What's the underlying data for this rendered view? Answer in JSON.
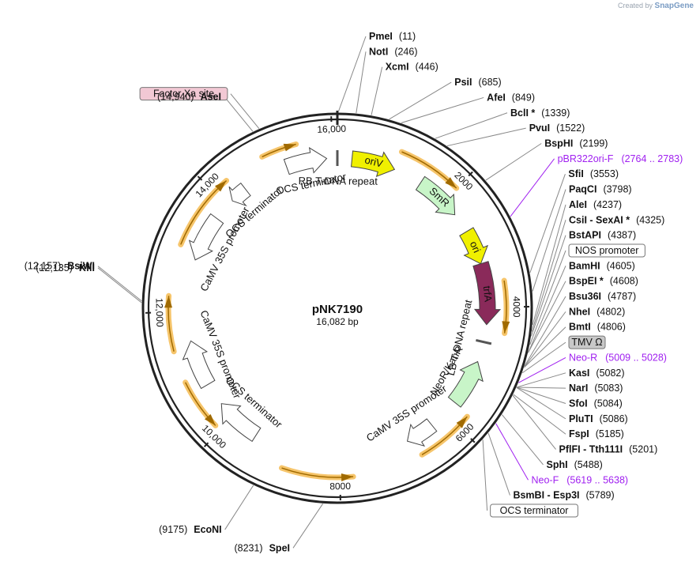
{
  "credit": {
    "prefix": "Created by",
    "brand": "SnapGene"
  },
  "plasmid": {
    "name": "pNK7190",
    "size_label": "16,082 bp",
    "length": 16082
  },
  "ticks": [
    {
      "pos": 2000,
      "label": "2000"
    },
    {
      "pos": 4000,
      "label": "4000"
    },
    {
      "pos": 6000,
      "label": "6000"
    },
    {
      "pos": 8000,
      "label": "8000"
    },
    {
      "pos": 10000,
      "label": "10,000"
    },
    {
      "pos": 12000,
      "label": "12,000"
    },
    {
      "pos": 14000,
      "label": "14,000"
    },
    {
      "pos": 16000,
      "label": "16,000"
    }
  ],
  "colors": {
    "backbone": "#222222",
    "cds_fill": "#ffffff",
    "cds_glow": "#f6c56b",
    "cds_line": "#a06a00",
    "oriV": "#f0f000",
    "SmR": "#c8f5c8",
    "ori": "#f0f000",
    "trfA": "#8a2a5a",
    "NeoR": "#c8f5c8",
    "primer": "#a020f0",
    "factorXa": "#f2c8d4",
    "tmv": "#c8c8c8"
  },
  "sites": [
    {
      "name": "PmeI",
      "pos_text": "(11)",
      "side": "R",
      "pos": 11
    },
    {
      "name": "NotI",
      "pos_text": "(246)",
      "side": "R",
      "pos": 246
    },
    {
      "name": "XcmI",
      "pos_text": "(446)",
      "side": "R",
      "pos": 446
    },
    {
      "name": "PsiI",
      "pos_text": "(685)",
      "side": "R",
      "pos": 685
    },
    {
      "name": "AfeI",
      "pos_text": "(849)",
      "side": "R",
      "pos": 849
    },
    {
      "name": "BclI *",
      "pos_text": "(1339)",
      "side": "R",
      "pos": 1339
    },
    {
      "name": "PvuI",
      "pos_text": "(1522)",
      "side": "R",
      "pos": 1522
    },
    {
      "name": "BspHI",
      "pos_text": "(2199)",
      "side": "R",
      "pos": 2199
    },
    {
      "name": "SfiI",
      "pos_text": "(3553)",
      "side": "R",
      "pos": 3553
    },
    {
      "name": "PaqCI",
      "pos_text": "(3798)",
      "side": "R",
      "pos": 3798
    },
    {
      "name": "AleI",
      "pos_text": "(4237)",
      "side": "R",
      "pos": 4237
    },
    {
      "name": "CsiI - SexAI *",
      "pos_text": "(4325)",
      "side": "R",
      "pos": 4325
    },
    {
      "name": "BstAPI",
      "pos_text": "(4387)",
      "side": "R",
      "pos": 4387
    },
    {
      "name": "BamHI",
      "pos_text": "(4605)",
      "side": "R",
      "pos": 4605
    },
    {
      "name": "BspEI *",
      "pos_text": "(4608)",
      "side": "R",
      "pos": 4608
    },
    {
      "name": "Bsu36I",
      "pos_text": "(4787)",
      "side": "R",
      "pos": 4787
    },
    {
      "name": "NheI",
      "pos_text": "(4802)",
      "side": "R",
      "pos": 4802
    },
    {
      "name": "BmtI",
      "pos_text": "(4806)",
      "side": "R",
      "pos": 4806
    },
    {
      "name": "KasI",
      "pos_text": "(5082)",
      "side": "R",
      "pos": 5082
    },
    {
      "name": "NarI",
      "pos_text": "(5083)",
      "side": "R",
      "pos": 5083
    },
    {
      "name": "SfoI",
      "pos_text": "(5084)",
      "side": "R",
      "pos": 5084
    },
    {
      "name": "PluTI",
      "pos_text": "(5086)",
      "side": "R",
      "pos": 5086
    },
    {
      "name": "FspI",
      "pos_text": "(5185)",
      "side": "R",
      "pos": 5185
    },
    {
      "name": "PflFI - Tth111I",
      "pos_text": "(5201)",
      "side": "R",
      "pos": 5201
    },
    {
      "name": "SphI",
      "pos_text": "(5488)",
      "side": "R",
      "pos": 5488
    },
    {
      "name": "BsmBI - Esp3I",
      "pos_text": "(5789)",
      "side": "R",
      "pos": 5789
    },
    {
      "name": "SpeI",
      "pos_text": "(8231)",
      "side": "L",
      "pos": 8231
    },
    {
      "name": "EcoNI",
      "pos_text": "(9175)",
      "side": "L",
      "pos": 9175
    },
    {
      "name": "KflI",
      "pos_text": "(12,135)",
      "side": "L",
      "pos": 12135
    },
    {
      "name": "BsiWI",
      "pos_text": "(12,157)",
      "side": "L",
      "pos": 12157
    },
    {
      "name": "AseI",
      "pos_text": "(14,940)",
      "side": "L",
      "pos": 14940
    }
  ],
  "primers": [
    {
      "name": "pBR322ori-F",
      "range": "(2764 .. 2783)",
      "pos": 2773
    },
    {
      "name": "Neo-R",
      "range": "(5009 .. 5028)",
      "pos": 5018
    },
    {
      "name": "Neo-F",
      "range": "(5619 .. 5638)",
      "pos": 5628
    }
  ],
  "boxed_features": [
    {
      "name": "Factor Xa site",
      "pos": 15030,
      "style": "factorXa"
    },
    {
      "name": "NOS promoter",
      "pos": 4500,
      "style": "plain"
    },
    {
      "name": "TMV Ω",
      "pos": 4880,
      "style": "tmv"
    },
    {
      "name": "OCS terminator",
      "pos": 5900,
      "style": "plain"
    }
  ],
  "features": [
    {
      "name": "oriV",
      "start": 250,
      "end": 1000,
      "dir": 1,
      "kind": "colored",
      "color": "oriV",
      "label": "inside"
    },
    {
      "name": "SmR",
      "start": 1500,
      "end": 2300,
      "dir": 1,
      "kind": "colored",
      "color": "SmR",
      "label": "inside"
    },
    {
      "name": "ori",
      "start": 2650,
      "end": 3250,
      "dir": 1,
      "kind": "colored",
      "color": "ori",
      "label": "inside"
    },
    {
      "name": "trfA",
      "start": 3250,
      "end": 4300,
      "dir": 1,
      "kind": "colored",
      "color": "trfA",
      "label": "inside"
    },
    {
      "name": "NeoR/KanR",
      "start": 4950,
      "end": 5750,
      "dir": -1,
      "kind": "colored",
      "color": "NeoR",
      "label": "text"
    },
    {
      "name": "RB T-DNA repeat",
      "start": 0,
      "end": 25,
      "dir": 1,
      "kind": "bar",
      "label": "text"
    },
    {
      "name": "OCS terminator",
      "start": 15200,
      "end": 15900,
      "dir": 1,
      "kind": "open",
      "label": "text"
    },
    {
      "name": "OCS terminator",
      "start": 14100,
      "end": 14400,
      "dir": -1,
      "kind": "open",
      "label": "text"
    },
    {
      "name": "CaMV 35S promoter",
      "start": 12900,
      "end": 13700,
      "dir": -1,
      "kind": "open",
      "label": "text"
    },
    {
      "name": "CaMV 35S promoter",
      "start": 10700,
      "end": 11500,
      "dir": 1,
      "kind": "open",
      "label": "text"
    },
    {
      "name": "OCS terminator",
      "start": 9500,
      "end": 10300,
      "dir": 1,
      "kind": "open",
      "label": "text"
    },
    {
      "name": "CaMV 35S promoter",
      "start": 6300,
      "end": 6800,
      "dir": 1,
      "kind": "open",
      "label": "text"
    },
    {
      "name": "LB T-DNA repeat",
      "start": 4600,
      "end": 4650,
      "dir": 1,
      "kind": "bar",
      "label": "text"
    }
  ],
  "orfs": [
    {
      "start": 1000,
      "end": 2000,
      "dir": 1
    },
    {
      "start": 3600,
      "end": 4400,
      "dir": 1
    },
    {
      "start": 5800,
      "end": 6700,
      "dir": -1
    },
    {
      "start": 7800,
      "end": 8900,
      "dir": -1
    },
    {
      "start": 10100,
      "end": 10900,
      "dir": -1
    },
    {
      "start": 11400,
      "end": 12250,
      "dir": 1
    },
    {
      "start": 13050,
      "end": 14250,
      "dir": 1
    },
    {
      "start": 14900,
      "end": 15450,
      "dir": 1
    }
  ]
}
